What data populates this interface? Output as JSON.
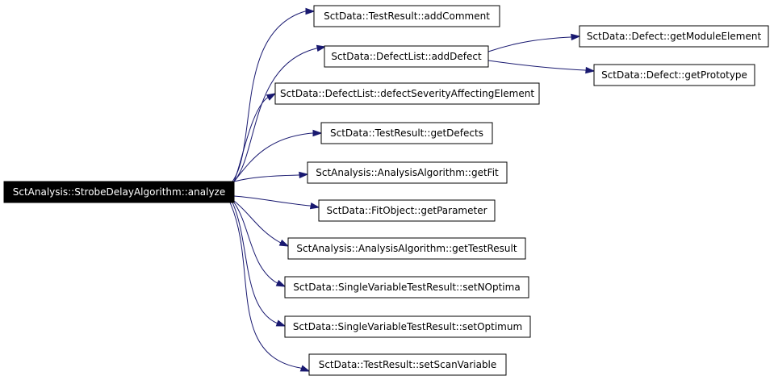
{
  "colors": {
    "edge": "#191970",
    "root_fill": "#000000",
    "root_text": "#ffffff",
    "node_fill": "#ffffff",
    "node_border": "#000000"
  },
  "nodes": {
    "root": "SctAnalysis::StrobeDelayAlgorithm::analyze",
    "add_comment": "SctData::TestResult::addComment",
    "add_defect": "SctData::DefectList::addDefect",
    "defect_severity": "SctData::DefectList::defectSeverityAffectingElement",
    "get_defects": "SctData::TestResult::getDefects",
    "get_fit": "SctAnalysis::AnalysisAlgorithm::getFit",
    "get_parameter": "SctData::FitObject::getParameter",
    "get_test_result": "SctAnalysis::AnalysisAlgorithm::getTestResult",
    "set_n_optima": "SctData::SingleVariableTestResult::setNOptima",
    "set_optimum": "SctData::SingleVariableTestResult::setOptimum",
    "set_scan_variable": "SctData::TestResult::setScanVariable",
    "get_module_element": "SctData::Defect::getModuleElement",
    "get_prototype": "SctData::Defect::getPrototype"
  },
  "edges": [
    {
      "from": "root",
      "to": "add_comment"
    },
    {
      "from": "root",
      "to": "add_defect"
    },
    {
      "from": "root",
      "to": "defect_severity"
    },
    {
      "from": "root",
      "to": "get_defects"
    },
    {
      "from": "root",
      "to": "get_fit"
    },
    {
      "from": "root",
      "to": "get_parameter"
    },
    {
      "from": "root",
      "to": "get_test_result"
    },
    {
      "from": "root",
      "to": "set_n_optima"
    },
    {
      "from": "root",
      "to": "set_optimum"
    },
    {
      "from": "root",
      "to": "set_scan_variable"
    },
    {
      "from": "add_defect",
      "to": "get_module_element"
    },
    {
      "from": "add_defect",
      "to": "get_prototype"
    }
  ]
}
